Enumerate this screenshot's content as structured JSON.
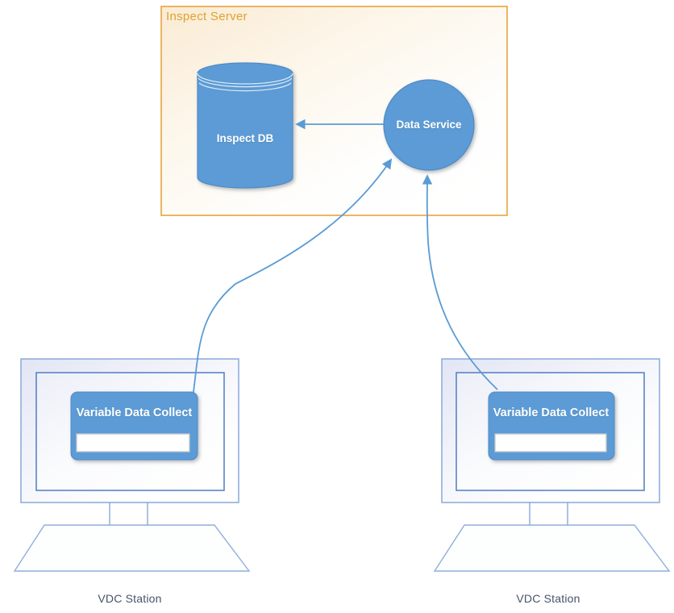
{
  "group": {
    "title": "Inspect Server"
  },
  "nodes": {
    "inspect_db": {
      "label": "Inspect DB",
      "shape": "cylinder"
    },
    "data_service": {
      "label": "Data Service",
      "shape": "circle"
    }
  },
  "stations": [
    {
      "caption": "VDC Station",
      "window_title": "Variable Data Collect",
      "input_value": ""
    },
    {
      "caption": "VDC Station",
      "window_title": "Variable Data Collect",
      "input_value": ""
    }
  ],
  "connections": [
    {
      "from": "data_service",
      "to": "inspect_db"
    },
    {
      "from": "station_left_app",
      "to": "data_service"
    },
    {
      "from": "station_right_app",
      "to": "data_service"
    }
  ],
  "colors": {
    "shape_fill": "#5B9BD5",
    "shape_stroke": "#4E8BC8",
    "connector": "#5B9BD5",
    "group_border": "#E8A33D",
    "group_title_text": "#DFA22F",
    "caption_text": "#44546A",
    "monitor_outline": "#8FAEDC",
    "screen_outline": "#4E7DC1",
    "input_border": "#C6C6C6"
  }
}
